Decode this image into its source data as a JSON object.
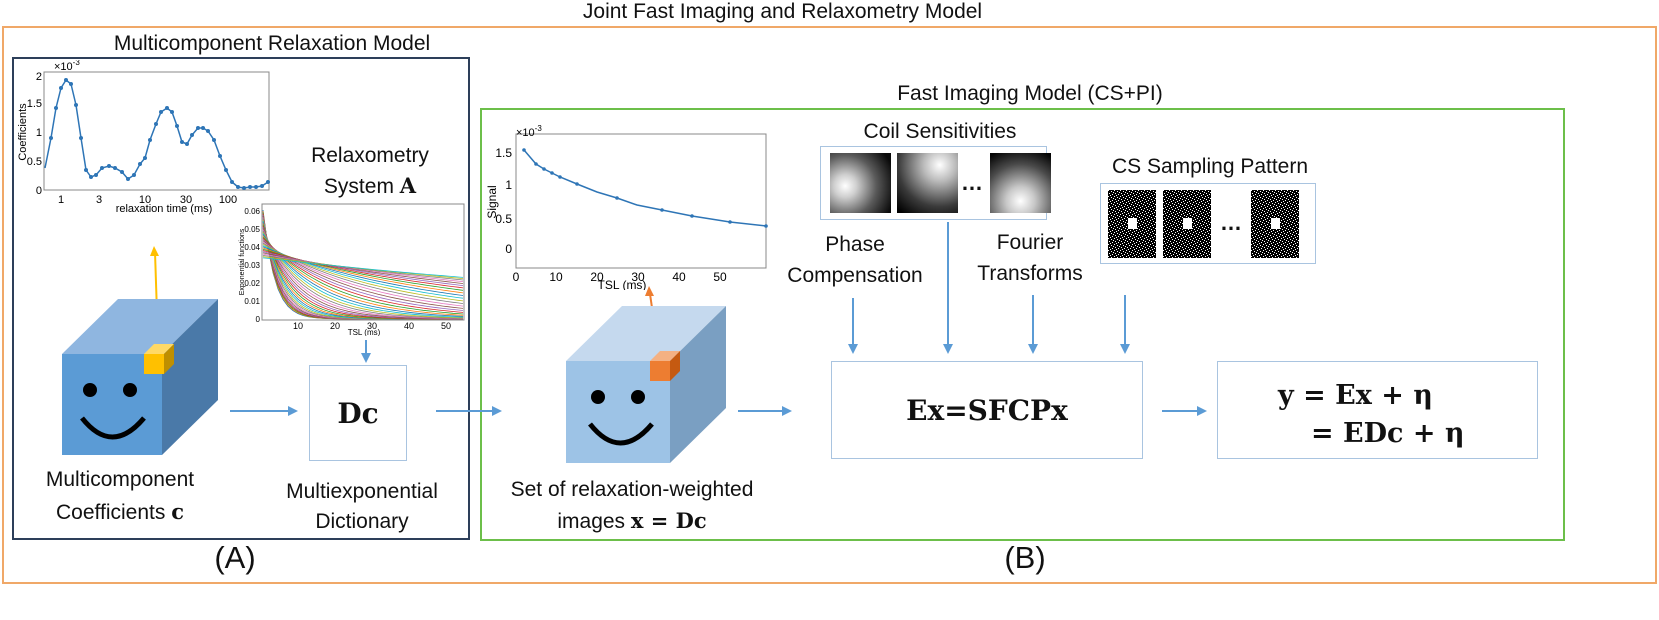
{
  "title": "Joint Fast Imaging and Relaxometry Model",
  "left_panel": {
    "title": "Multicomponent Relaxation Model",
    "label": "(A)",
    "coef_plot": {
      "exponent": "×10",
      "exponent_power": "-3",
      "ylabel": "Coefficients",
      "xlabel": "relaxation time (ms)",
      "yticks": [
        "0",
        "0.5",
        "1",
        "1.5",
        "2"
      ],
      "xticks": [
        "1",
        "3",
        "10",
        "30",
        "100"
      ]
    },
    "relax_system": {
      "line1": "Relaxometry",
      "line2": "System ",
      "symbol": "A"
    },
    "exp_plot": {
      "ylabel": "Exponential functions",
      "xlabel": "TSL (ms)",
      "yticks": [
        "0",
        "0.01",
        "0.02",
        "0.03",
        "0.04",
        "0.05",
        "0.06"
      ],
      "xticks": [
        "10",
        "20",
        "30",
        "40",
        "50"
      ]
    },
    "dict_box": "Dc",
    "coef_label_line1": "Multicomponent",
    "coef_label_line2": "Coefficients ",
    "coef_symbol": "c",
    "dict_label_line1": "Multiexponential",
    "dict_label_line2": "Dictionary"
  },
  "right_panel": {
    "title": "Fast Imaging Model (CS+PI)",
    "label": "(B)",
    "signal_plot": {
      "exponent": "×10",
      "exponent_power": "-3",
      "ylabel": "Signal",
      "xlabel": "TSL (ms)",
      "yticks": [
        "0",
        "0.5",
        "1",
        "1.5"
      ],
      "xticks": [
        "0",
        "10",
        "20",
        "30",
        "40",
        "50"
      ]
    },
    "coil_title": "Coil Sensitivities",
    "coil_ellipsis": "…",
    "cs_title": "CS Sampling Pattern",
    "cs_ellipsis": "…",
    "phase_line1": "Phase",
    "phase_line2": "Compensation",
    "fourier_line1": "Fourier",
    "fourier_line2": "Transforms",
    "encoding_eq": "Ex=SFCPx",
    "meas_eq_line1": "y = Ex + η",
    "meas_eq_line2": "= EDc + η",
    "images_line1": "Set of relaxation-weighted",
    "images_line2": "images  ",
    "images_math": "x = Dc"
  },
  "colors": {
    "outer_frame": "#f0a868",
    "left_frame": "#2d3f5a",
    "right_frame": "#6cbf4a",
    "arrow": "#5b9bd5",
    "box_border": "#a9c4e0",
    "cube_front": "#5b9bd5",
    "cube_front_light": "#9dc3e6",
    "cube_highlight_a": "#ffc000",
    "cube_highlight_b": "#ed7d31",
    "series": "#2e75b6"
  }
}
